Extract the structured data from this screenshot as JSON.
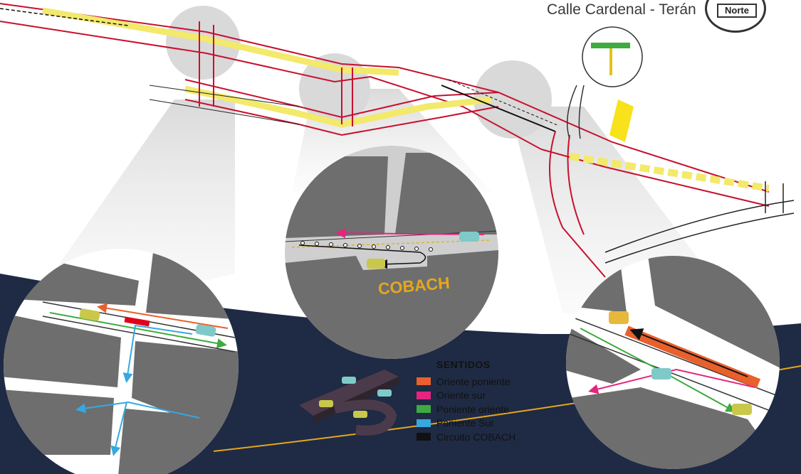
{
  "header": {
    "subtitle": "Calle Cardenal - Terán",
    "logo_text": "Norte"
  },
  "cobach_label": "COBACH",
  "legend": {
    "title": "SENTIDOS",
    "items": [
      {
        "label": "Oriente poniente",
        "color": "#e8602c"
      },
      {
        "label": "Oriente sur",
        "color": "#e5247f"
      },
      {
        "label": "Poniente oriente",
        "color": "#3dab3f"
      },
      {
        "label": "Poniente Sur",
        "color": "#35a8e0"
      },
      {
        "label": "Circuito COBACH",
        "color": "#111111"
      }
    ]
  },
  "colors": {
    "navy": "#1f2a44",
    "road_outline": "#c8102e",
    "lane_yellow": "#f3e96b",
    "gold": "#e4a81d",
    "block_gray": "#6e6e6e",
    "circle_gray": "#cfcfcf"
  }
}
